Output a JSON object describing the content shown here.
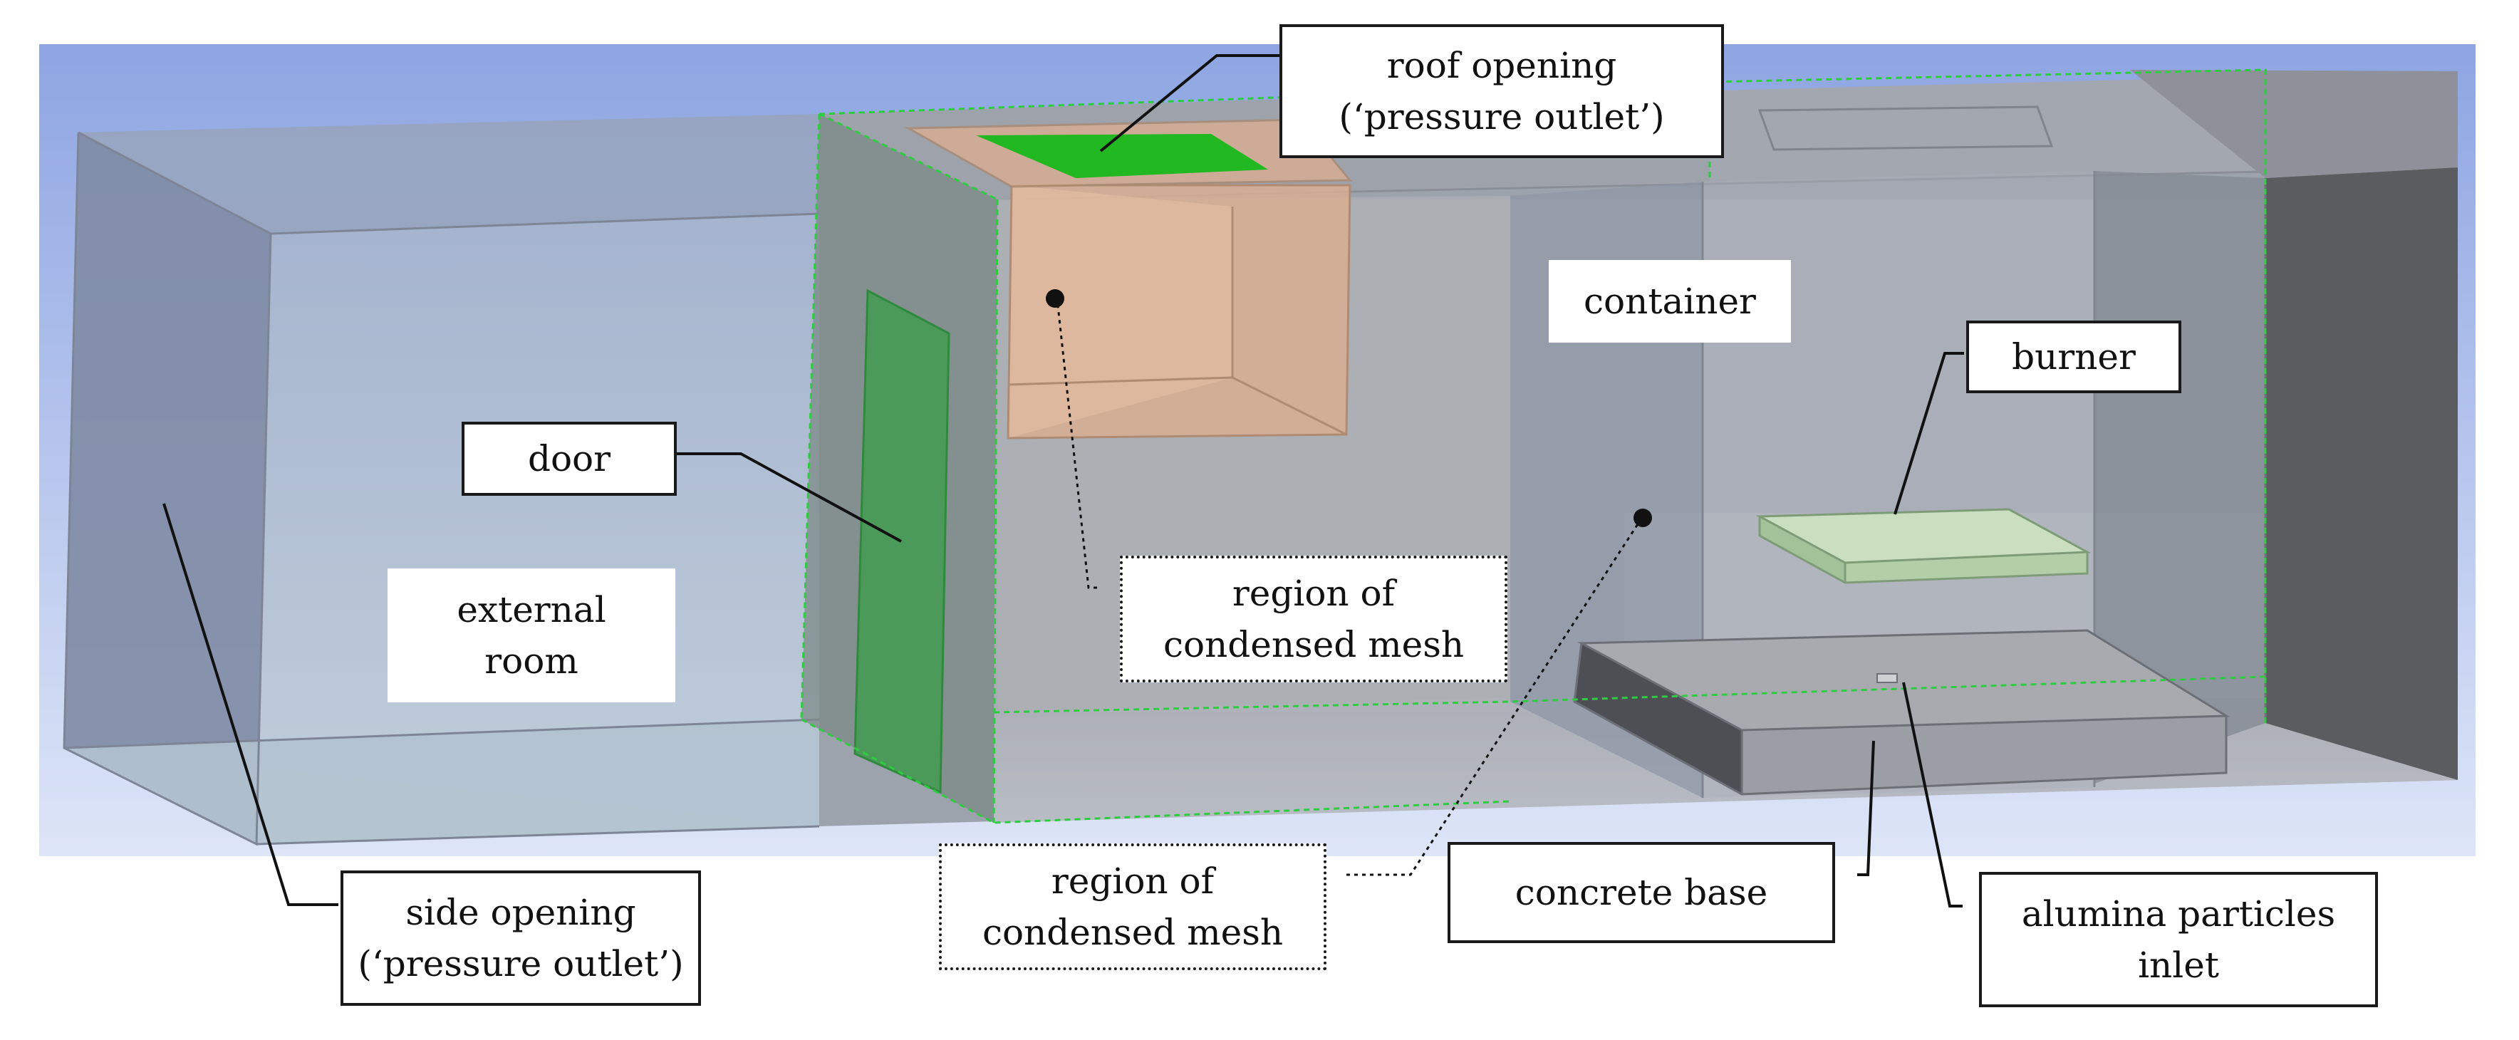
{
  "labels": {
    "roof_opening": {
      "line1": "roof opening",
      "line2": "(‘pressure outlet’)"
    },
    "container": "container",
    "burner": "burner",
    "door": "door",
    "external_room": {
      "line1": "external",
      "line2": "room"
    },
    "region_inner": {
      "line1": "region of",
      "line2": "condensed mesh"
    },
    "region_lower": {
      "line1": "region of",
      "line2": "condensed mesh"
    },
    "concrete_base": "concrete base",
    "side_opening": {
      "line1": "side opening",
      "line2": "(‘pressure outlet’)"
    },
    "alumina_inlet": {
      "line1": "alumina particles",
      "line2": "inlet"
    }
  },
  "colors": {
    "sky_top": "#8ea5e2",
    "sky_bottom": "#dde5f7",
    "edge_green": "#2ecc40",
    "roof_opening_fill": "#22b822",
    "refined_region_fill": "#d9ae92",
    "door_fill": "#4c9a5a",
    "burner_fill": "#b9d6b0",
    "leader_line": "#111111"
  }
}
